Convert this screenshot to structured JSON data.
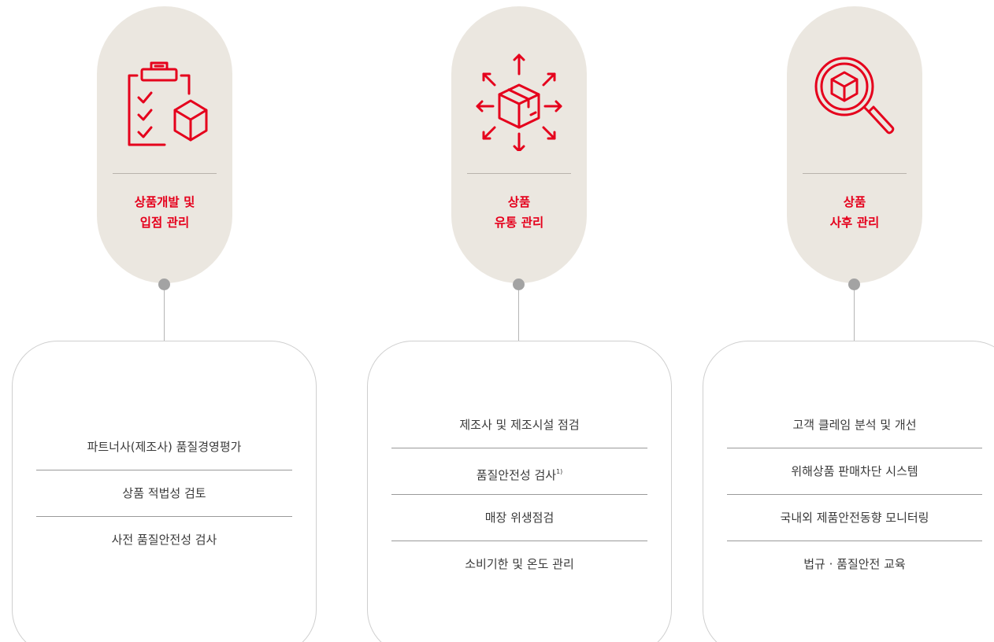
{
  "colors": {
    "accent": "#e5001c",
    "pill_background": "#ebe7e0",
    "node": "#a3a3a3",
    "text": "#3a3a3a"
  },
  "stages": [
    {
      "icon": "clipboard-checklist-box-icon",
      "title_line1": "상품개발 및",
      "title_line2": "입점 관리",
      "items": [
        {
          "label": "파트너사(제조사) 품질경영평가",
          "sup": ""
        },
        {
          "label": "상품 적법성 검토",
          "sup": ""
        },
        {
          "label": "사전 품질안전성 검사",
          "sup": ""
        }
      ]
    },
    {
      "icon": "box-distribution-arrows-icon",
      "title_line1": "상품",
      "title_line2": "유통 관리",
      "items": [
        {
          "label": "제조사 및 제조시설 점검",
          "sup": ""
        },
        {
          "label": "품질안전성 검사",
          "sup": "1)"
        },
        {
          "label": "매장 위생점검",
          "sup": ""
        },
        {
          "label": "소비기한 및 온도 관리",
          "sup": ""
        }
      ]
    },
    {
      "icon": "magnifier-box-icon",
      "title_line1": "상품",
      "title_line2": "사후 관리",
      "items": [
        {
          "label": "고객 클레임 분석 및 개선",
          "sup": ""
        },
        {
          "label": "위해상품 판매차단 시스템",
          "sup": ""
        },
        {
          "label": "국내외 제품안전동향 모니터링",
          "sup": ""
        },
        {
          "label": "법규 · 품질안전 교육",
          "sup": ""
        }
      ]
    }
  ]
}
